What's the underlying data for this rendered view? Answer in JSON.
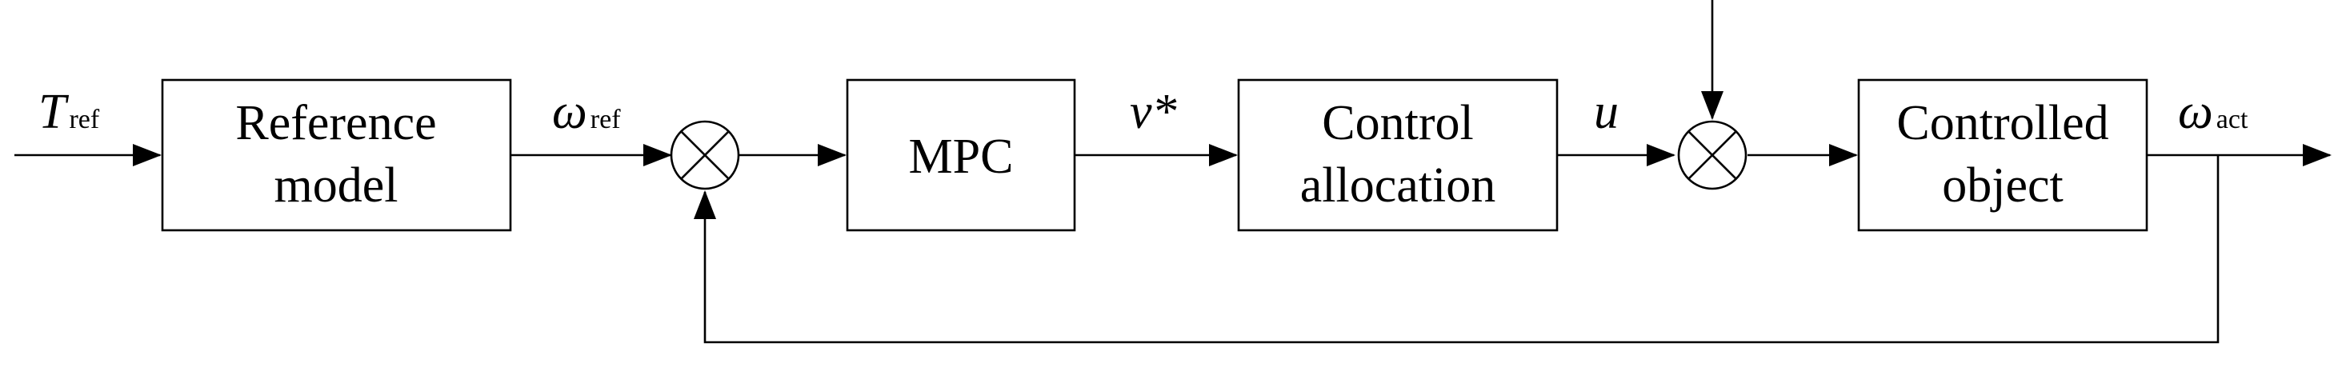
{
  "blocks": {
    "reference_model": {
      "lines": [
        "Reference",
        "model"
      ]
    },
    "mpc": {
      "lines": [
        "MPC"
      ]
    },
    "control_allocation": {
      "lines": [
        "Control",
        "allocation"
      ]
    },
    "controlled_object": {
      "lines": [
        "Controlled",
        "object"
      ]
    }
  },
  "signals": {
    "torque_reference": {
      "symbol": "T",
      "subscript": "ref"
    },
    "omega_reference": {
      "symbol": "ω",
      "subscript": "ref"
    },
    "virtual_control": {
      "symbol": "v*",
      "subscript": ""
    },
    "control_input": {
      "symbol": "u",
      "subscript": ""
    },
    "omega_actual": {
      "symbol": "ω",
      "subscript": "act"
    }
  },
  "junctions": {
    "feedback_sum": {
      "symbol": "⊗"
    },
    "disturbance_sum": {
      "symbol": "⊗"
    }
  },
  "colors": {
    "line": "#000000",
    "background": "#ffffff"
  }
}
